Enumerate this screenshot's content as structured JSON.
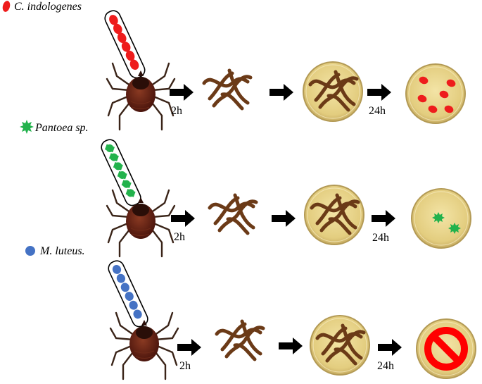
{
  "rows": [
    {
      "organism": "C. indologenes",
      "color": "#ee1c1c",
      "marker": "red-oval-icon",
      "time1": "2h",
      "time2": "24h",
      "outcome": "colonies"
    },
    {
      "organism": "Pantoea sp.",
      "color": "#22b24c",
      "marker": "green-star-icon",
      "time1": "2h",
      "time2": "24h",
      "outcome": "few-colonies"
    },
    {
      "organism": "M. luteus.",
      "color": "#4472c4",
      "marker": "blue-circle-icon",
      "time1": "2h",
      "time2": "24h",
      "outcome": "no-growth"
    }
  ],
  "colors": {
    "tick_body": "#5a1e12",
    "tick_legs": "#3a2418",
    "worm": "#6b3a17",
    "plate_fill": "#e9d58a",
    "plate_rim": "#b39a55",
    "arrow": "#000000",
    "no_symbol": "#ff0000"
  }
}
